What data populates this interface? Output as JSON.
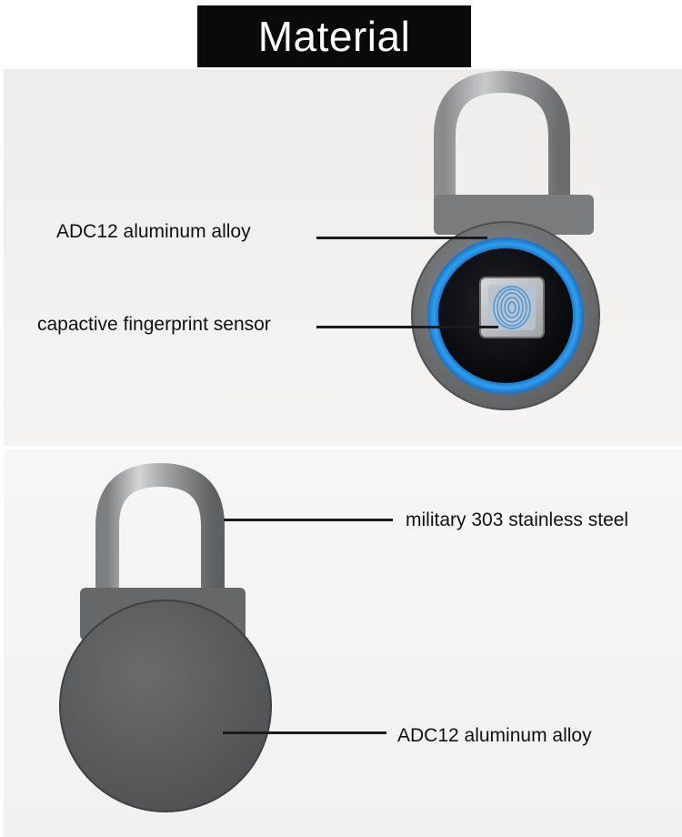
{
  "header": {
    "title": "Material"
  },
  "top_product": {
    "callouts": [
      {
        "label": "ADC12  aluminum alloy"
      },
      {
        "label": "capactive fingerprint sensor"
      }
    ]
  },
  "bottom_product": {
    "callouts": [
      {
        "label": "military 303 stainless steel"
      },
      {
        "label": "ADC12  aluminum alloy"
      }
    ]
  },
  "colors": {
    "banner_bg": "#0a0a0a",
    "banner_text": "#ffffff",
    "lock_body": "#6e6f71",
    "ring_accent": "#1e90e0",
    "sensor_face": "#101216"
  }
}
